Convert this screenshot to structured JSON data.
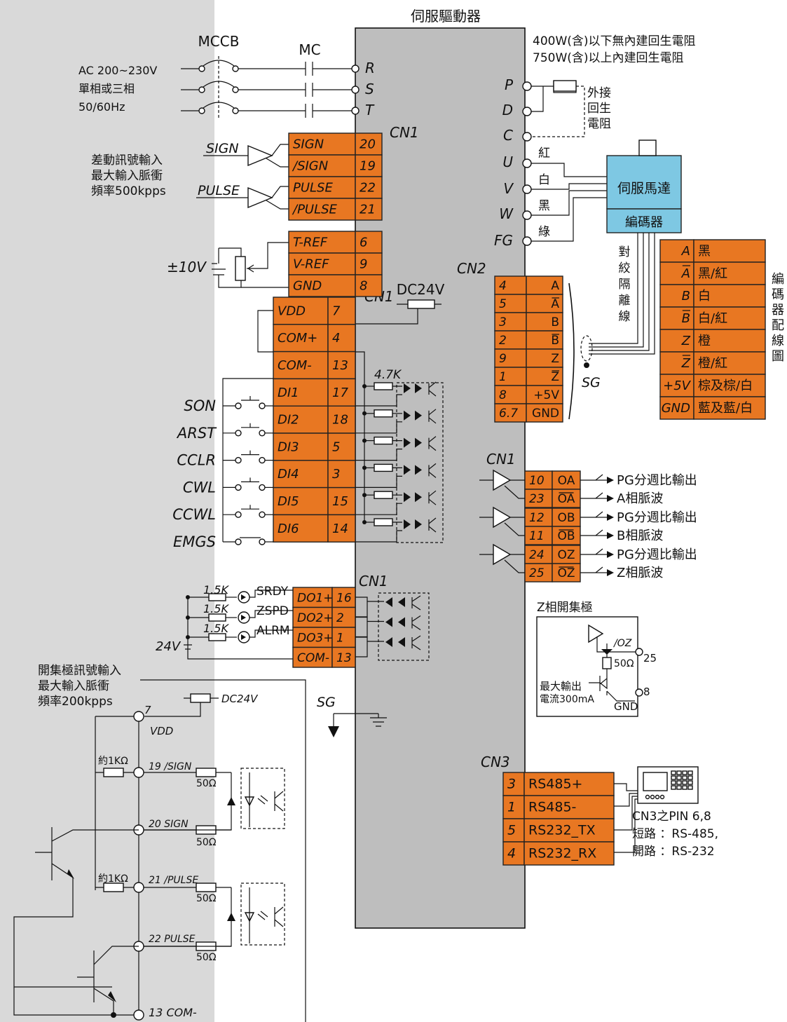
{
  "drive_title": "伺服驅動器",
  "power": {
    "mccb_label": "MCCB",
    "mc_label": "MC",
    "input_lines": [
      "AC 200~230V",
      "單相或三相",
      "50/60Hz"
    ],
    "terminals": [
      "R",
      "S",
      "T"
    ]
  },
  "regen": {
    "notes": [
      "400W(含)以下無內建回生電阻",
      "750W(含)以上內建回生電阻"
    ],
    "terminals": [
      "P",
      "D",
      "C"
    ],
    "external_label": [
      "外接",
      "回生",
      "電阻"
    ]
  },
  "motor": {
    "terminals": [
      "U",
      "V",
      "W",
      "FG"
    ],
    "wire_colors": [
      "紅",
      "白",
      "黑",
      "綠"
    ],
    "motor_label": "伺服馬達",
    "encoder_label": "編碼器",
    "twisted_pair_label": [
      "對",
      "絞",
      "隔",
      "離",
      "線"
    ],
    "sg_label": "SG"
  },
  "cn1_label": "CN1",
  "cn2_label": "CN2",
  "cn3_label": "CN3",
  "pulse_input": {
    "desc_lines": [
      "差動訊號輸入",
      "最大輸入脈衝",
      "頻率500kpps"
    ],
    "signal_labels": [
      "SIGN",
      "PULSE"
    ],
    "rows": [
      {
        "name": "SIGN",
        "pin": "20"
      },
      {
        "name": "/SIGN",
        "pin": "19"
      },
      {
        "name": "PULSE",
        "pin": "22"
      },
      {
        "name": "/PULSE",
        "pin": "21"
      }
    ]
  },
  "analog": {
    "source_label": "±10V",
    "rows": [
      {
        "name": "T-REF",
        "pin": "6"
      },
      {
        "name": "V-REF",
        "pin": "9"
      },
      {
        "name": "GND",
        "pin": "8"
      }
    ]
  },
  "dc24v_label": "DC24V",
  "digital_inputs": {
    "resistor_label": "4.7K",
    "top_rows": [
      {
        "name": "VDD",
        "pin": "7"
      },
      {
        "name": "COM+",
        "pin": "4"
      },
      {
        "name": "COM-",
        "pin": "13"
      }
    ],
    "rows": [
      {
        "signal": "SON",
        "name": "DI1",
        "pin": "17"
      },
      {
        "signal": "ARST",
        "name": "DI2",
        "pin": "18"
      },
      {
        "signal": "CCLR",
        "name": "DI3",
        "pin": "5"
      },
      {
        "signal": "CWL",
        "name": "DI4",
        "pin": "3"
      },
      {
        "signal": "CCWL",
        "name": "DI5",
        "pin": "15"
      },
      {
        "signal": "EMGS",
        "name": "DI6",
        "pin": "14"
      }
    ]
  },
  "digital_outputs": {
    "source_label": "24V",
    "resistor_labels": [
      "1.5K",
      "1.5K",
      "1.5K"
    ],
    "signals": [
      "SRDY",
      "ZSPD",
      "ALRM"
    ],
    "rows": [
      {
        "name": "DO1+",
        "pin": "16"
      },
      {
        "name": "DO2+",
        "pin": "2"
      },
      {
        "name": "DO3+",
        "pin": "1"
      },
      {
        "name": "COM-",
        "pin": "13"
      }
    ]
  },
  "encoder_table": {
    "rows": [
      {
        "pin": "4",
        "sig": "A"
      },
      {
        "pin": "5",
        "sig": "A",
        "bar": true
      },
      {
        "pin": "3",
        "sig": "B"
      },
      {
        "pin": "2",
        "sig": "B",
        "bar": true
      },
      {
        "pin": "9",
        "sig": "Z"
      },
      {
        "pin": "1",
        "sig": "Z",
        "bar": true
      },
      {
        "pin": "8",
        "sig": "+5V"
      },
      {
        "pin": "6.7",
        "sig": "GND"
      }
    ]
  },
  "encoder_wiring": {
    "title_chars": [
      "編",
      "碼",
      "器",
      "配",
      "線",
      "圖"
    ],
    "rows": [
      {
        "sig": "A",
        "color": "黑"
      },
      {
        "sig": "A",
        "bar": true,
        "color": "黑/紅"
      },
      {
        "sig": "B",
        "color": "白"
      },
      {
        "sig": "B",
        "bar": true,
        "color": "白/紅"
      },
      {
        "sig": "Z",
        "color": "橙"
      },
      {
        "sig": "Z",
        "bar": true,
        "color": "橙/紅"
      },
      {
        "sig": "+5V",
        "color": "棕及棕/白"
      },
      {
        "sig": "GND",
        "color": "藍及藍/白"
      }
    ]
  },
  "pg_outputs": {
    "rows": [
      {
        "pin": "10",
        "sig": "OA",
        "bar": false
      },
      {
        "pin": "23",
        "sig": "OA",
        "bar": true
      },
      {
        "pin": "12",
        "sig": "OB",
        "bar": false
      },
      {
        "pin": "11",
        "sig": "OB",
        "bar": true
      },
      {
        "pin": "24",
        "sig": "OZ",
        "bar": false
      },
      {
        "pin": "25",
        "sig": "OZ",
        "bar": true
      }
    ],
    "labels": [
      "PG分週比輸出",
      "A相脈波",
      "PG分週比輸出",
      "B相脈波",
      "PG分週比輸出",
      "Z相脈波"
    ]
  },
  "z_open_collector": {
    "title": "Z相開集極",
    "oz_label": "/OZ",
    "resistor_label": "50Ω",
    "pin_top": "25",
    "pin_bottom": "8",
    "gnd_label": "GND",
    "current_lines": [
      "最大輸出",
      "電流300mA"
    ]
  },
  "rs_comm": {
    "rows": [
      {
        "pin": "3",
        "sig": "RS485+"
      },
      {
        "pin": "1",
        "sig": "RS485-"
      },
      {
        "pin": "5",
        "sig": "RS232_TX"
      },
      {
        "pin": "4",
        "sig": "RS232_RX"
      }
    ],
    "note_lines": [
      "CN3之PIN 6,8",
      "短路 ：RS-485,",
      "開路 ：RS-232"
    ]
  },
  "open_collector": {
    "desc_lines": [
      "開集極訊號輸入",
      "最大輸入脈衝",
      "頻率200kpps"
    ],
    "dc24v_label": "DC24V",
    "vdd_pin": "7",
    "vdd_label": "VDD",
    "resistor_1k_labels": [
      "約1KΩ",
      "約1KΩ"
    ],
    "pin_labels": [
      "19 /SIGN",
      "20 SIGN",
      "21 /PULSE",
      "22 PULSE"
    ],
    "resistor_50_labels": [
      "50Ω",
      "50Ω",
      "50Ω",
      "50Ω"
    ],
    "com_label": "13  COM-"
  },
  "sg_label": "SG"
}
